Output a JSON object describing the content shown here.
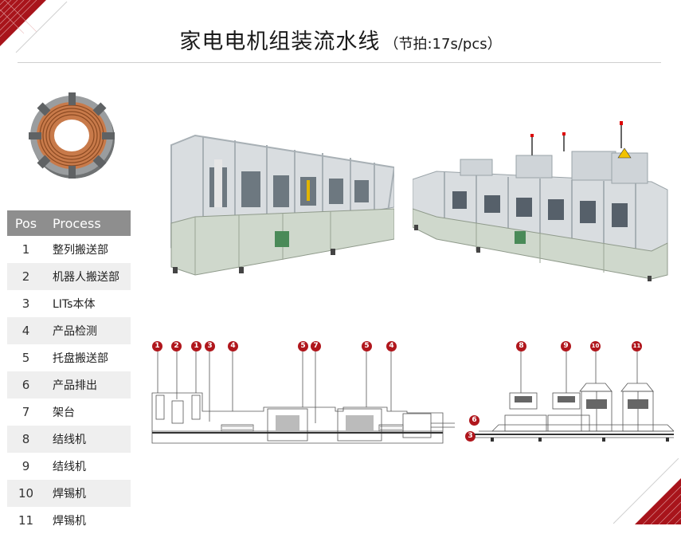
{
  "header": {
    "title": "家电电机组装流水线",
    "subtitle": "（节拍:17s/pcs）"
  },
  "colors": {
    "accent": "#b0161c",
    "table_header": "#8e8e8e",
    "row_alt": "#efefef"
  },
  "table": {
    "headers": {
      "pos": "Pos",
      "process": "Process"
    },
    "rows": [
      {
        "pos": "1",
        "process": "整列搬送部"
      },
      {
        "pos": "2",
        "process": "机器人搬送部"
      },
      {
        "pos": "3",
        "process": "LITs本体"
      },
      {
        "pos": "4",
        "process": "产品检测"
      },
      {
        "pos": "5",
        "process": "托盘搬送部"
      },
      {
        "pos": "6",
        "process": "产品排出"
      },
      {
        "pos": "7",
        "process": "架台"
      },
      {
        "pos": "8",
        "process": "结线机"
      },
      {
        "pos": "9",
        "process": "结线机"
      },
      {
        "pos": "10",
        "process": "焊锡机"
      },
      {
        "pos": "11",
        "process": "焊锡机"
      }
    ]
  },
  "markers_top": [
    "1",
    "2",
    "1",
    "3",
    "4",
    "5",
    "7",
    "5",
    "4"
  ],
  "marker_6": "6",
  "marker_3": "3",
  "markers_side": [
    "8",
    "9",
    "10",
    "11"
  ]
}
